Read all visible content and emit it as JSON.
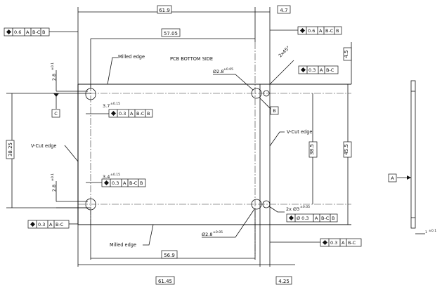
{
  "title": "PCB BOTTOM SIDE",
  "labels": {
    "milled_edge_top": "Milled edge",
    "milled_edge_bottom": "Milled edge",
    "vcut_left": "V-Cut edge",
    "vcut_right": "V-Cut edge"
  },
  "dimensions": {
    "top_width": "61.9",
    "top_right_offset": "4.7",
    "top_hole_spacing": "57.05",
    "bottom_hole_spacing": "56.9",
    "bottom_width": "61.45",
    "bottom_right_offset": "4.25",
    "left_height": "38.25",
    "right_inner_height": "38.5",
    "right_outer_height": "45.5",
    "right_top": "4.5",
    "chamfer": "2x45°",
    "hole_top_left_tol": "2.8",
    "hole_top_left_tol_sup": "±0.1",
    "hole_bottom_left_tol": "2.8",
    "hole_bottom_left_tol_sup": "±0.1",
    "slot_top_width": "3.7",
    "slot_top_width_sup": "±0.15",
    "slot_bottom_width": "3.4",
    "slot_bottom_width_sup": "±0.15",
    "dia_top_right": "Ø2.8",
    "dia_top_right_sup": "±0.05",
    "dia_bottom_right": "Ø2.8",
    "dia_bottom_right_sup": "±0.05",
    "dia_2x": "2x Ø3",
    "dia_2x_sup": "±0.05",
    "thickness_sup": "±0.1",
    "thickness_prefix": "1"
  },
  "datums": {
    "A": "A",
    "B": "B",
    "C": "C"
  },
  "fcf": {
    "top_left": {
      "tol": "0.6",
      "ref1": "A",
      "ref2": "B-C",
      "ref3": "B"
    },
    "top_right": {
      "tol": "0.6",
      "ref1": "A",
      "ref2": "B-C",
      "ref3": "B"
    },
    "right_upper": {
      "tol": "0.3",
      "ref1": "A",
      "ref2": "B-C"
    },
    "slot_top": {
      "tol": "0.3",
      "ref1": "A",
      "ref2": "B-C",
      "ref3": "B"
    },
    "slot_bottom": {
      "tol": "0.3",
      "ref1": "A",
      "ref2": "B-C",
      "ref3": "B"
    },
    "bottom_left": {
      "tol": "0.3",
      "ref1": "A",
      "ref2": "B-C"
    },
    "holes_2x": {
      "tol": "Ø 0.3",
      "ref1": "A",
      "ref2": "B-C",
      "ref3": "B"
    },
    "bottom_right": {
      "tol": "0.3",
      "ref1": "A",
      "ref2": "B-C"
    }
  }
}
